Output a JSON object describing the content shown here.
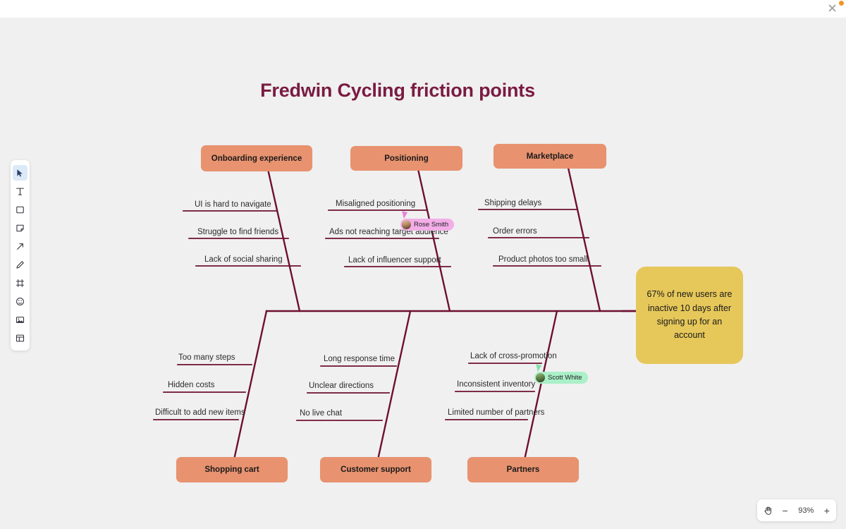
{
  "window": {
    "close_icon": "close-icon",
    "notification_dot": "orange-dot"
  },
  "diagram": {
    "title": "Fredwin Cycling friction points",
    "type": "fishbone-ishikawa",
    "effect": "67% of new users are inactive 10 days after signing up for an account",
    "colors": {
      "title": "#7a1b40",
      "category_box": "#e8926f",
      "effect_box": "#e6c75a",
      "bone_line": "#6e1030",
      "canvas": "#f0f0f0"
    },
    "categories": [
      {
        "name": "Onboarding experience",
        "position": "top",
        "causes": [
          "UI is hard to navigate",
          "Struggle to find friends",
          "Lack of social sharing"
        ]
      },
      {
        "name": "Positioning",
        "position": "top",
        "causes": [
          "Misaligned positioning",
          "Ads not reaching target audience",
          "Lack of influencer support"
        ]
      },
      {
        "name": "Marketplace",
        "position": "top",
        "causes": [
          "Shipping delays",
          "Order errors",
          "Product photos too small"
        ]
      },
      {
        "name": "Shopping cart",
        "position": "bottom",
        "causes": [
          "Too many steps",
          "Hidden costs",
          "Difficult to add new items"
        ]
      },
      {
        "name": "Customer support",
        "position": "bottom",
        "causes": [
          "Long response time",
          "Unclear directions",
          "No live chat"
        ]
      },
      {
        "name": "Partners",
        "position": "bottom",
        "causes": [
          "Lack of cross-promotion",
          "Inconsistent inventory",
          "Limited number of partners"
        ]
      }
    ]
  },
  "collaborators": [
    {
      "name": "Rose Smith",
      "color": "#f3aee8",
      "avatar": "avatar"
    },
    {
      "name": "Scott White",
      "color": "#aaf0c8",
      "avatar": "avatar"
    }
  ],
  "toolbar": {
    "items": [
      {
        "icon": "cursor-icon",
        "name": "select-tool",
        "active": true
      },
      {
        "icon": "text-icon",
        "name": "text-tool",
        "active": false
      },
      {
        "icon": "square-icon",
        "name": "shape-tool",
        "active": false
      },
      {
        "icon": "sticky-note-icon",
        "name": "sticky-note-tool",
        "active": false
      },
      {
        "icon": "arrow-icon",
        "name": "connector-tool",
        "active": false
      },
      {
        "icon": "pencil-icon",
        "name": "pen-tool",
        "active": false
      },
      {
        "icon": "frame-icon",
        "name": "frame-tool",
        "active": false
      },
      {
        "icon": "emoji-icon",
        "name": "emoji-tool",
        "active": false
      },
      {
        "icon": "image-icon",
        "name": "image-tool",
        "active": false
      },
      {
        "icon": "template-icon",
        "name": "template-tool",
        "active": false
      }
    ]
  },
  "zoom_control": {
    "hand_icon": "hand-icon",
    "minus_label": "−",
    "level": "93%",
    "plus_label": "+"
  }
}
